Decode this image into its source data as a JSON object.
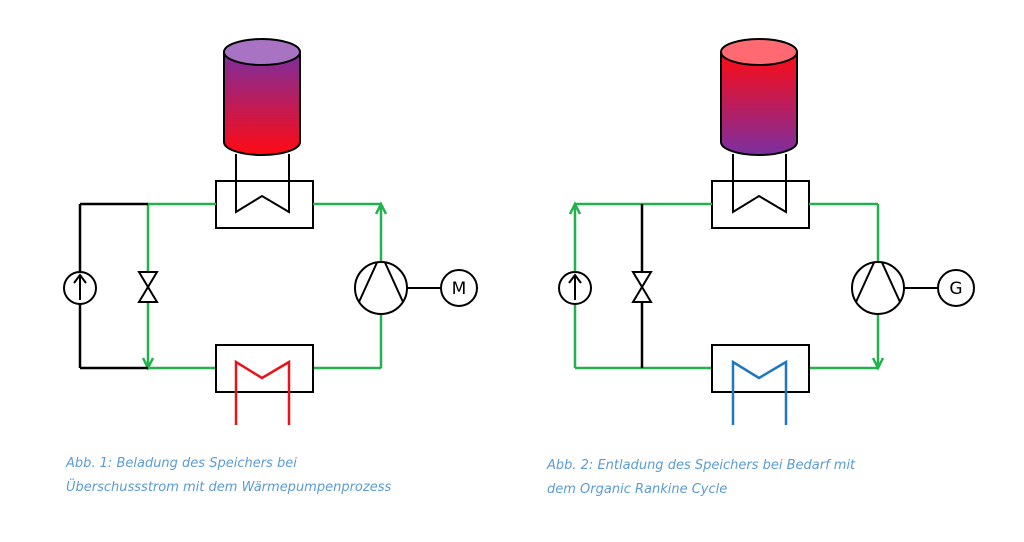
{
  "figure1": {
    "motor_label": "M",
    "caption_line1": "Abb. 1: Beladung des Speichers bei",
    "caption_line2": "Überschussstrom mit dem Wärmepumpenprozess"
  },
  "figure2": {
    "generator_label": "G",
    "caption_line1": "Abb. 2: Entladung des Speichers bei Bedarf mit",
    "caption_line2": "dem Organic Rankine Cycle"
  },
  "colors": {
    "cycle_line": "#22B14C",
    "frame": "#000000",
    "heat_source_red": "#E8141B",
    "heat_sink_blue": "#1F77C1",
    "storage_hot": "#FF0A12",
    "storage_cold": "#7B2FA0",
    "caption": "#5B9BD5"
  }
}
